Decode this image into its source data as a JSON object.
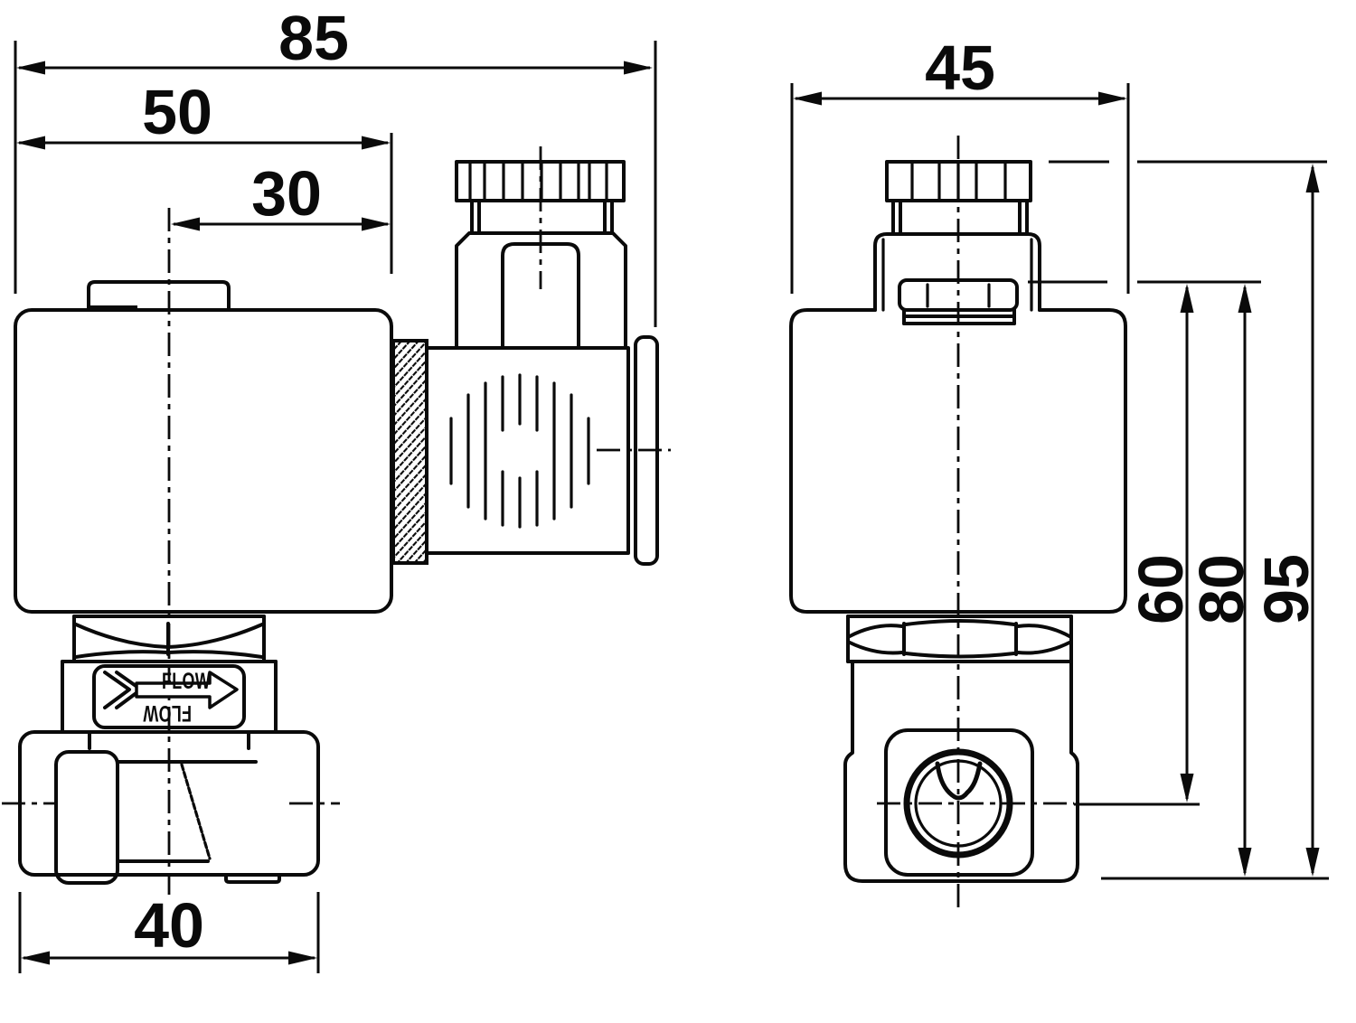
{
  "drawing": {
    "flow_label": "FLOW",
    "colors": {
      "ink": "#0a0a0a",
      "background": "#ffffff"
    },
    "dims": {
      "overall_length": "85",
      "coil_length": "50",
      "center_to_coil_end": "30",
      "body_width": "40",
      "coil_width": "45",
      "center_height": "60",
      "body_top_height": "80",
      "overall_height": "95"
    }
  }
}
